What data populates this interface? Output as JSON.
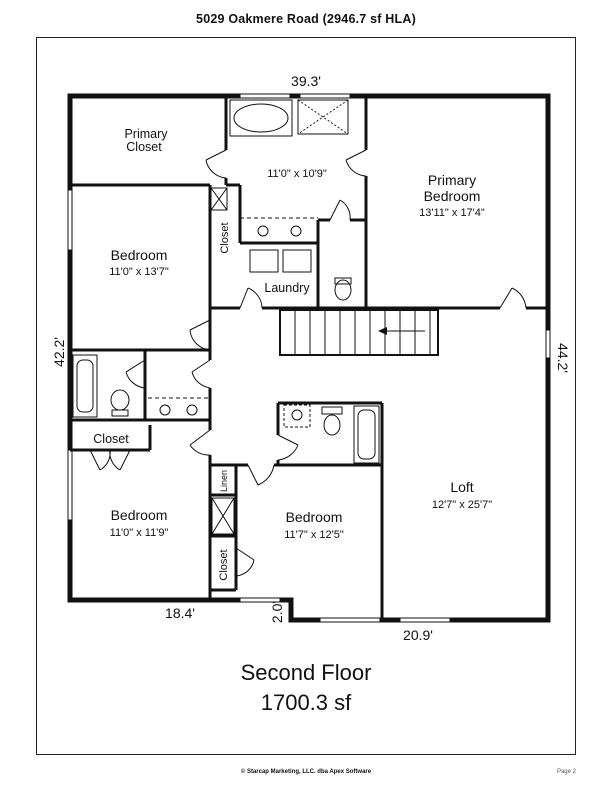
{
  "header": {
    "title": "5029 Oakmere Road (2946.7 sf HLA)"
  },
  "floor": {
    "name": "Second Floor",
    "area": "1700.3 sf"
  },
  "footer": {
    "copyright": "© Starcap Marketing, LLC. dba Apex Software",
    "page": "Page 2"
  },
  "exterior": {
    "top": "39.3'",
    "left": "42.2'",
    "right": "44.2'",
    "bottom_left": "18.4'",
    "bottom_notch": "2.0'",
    "bottom_right": "20.9'"
  },
  "rooms": {
    "primary_closet": {
      "line1": "Primary",
      "line2": "Closet"
    },
    "primary_bath": {
      "dims": "11'0\" x 10'9\""
    },
    "primary_bedroom": {
      "line1": "Primary",
      "line2": "Bedroom",
      "dims": "13'11\" x 17'4\""
    },
    "bedroom_upper": {
      "name": "Bedroom",
      "dims": "11'0\" x 13'7\""
    },
    "closet_a": {
      "name": "Closet"
    },
    "laundry": {
      "name": "Laundry"
    },
    "closet_b": {
      "name": "Closet"
    },
    "bedroom_lower": {
      "name": "Bedroom",
      "dims": "11'0\" x 11'9\""
    },
    "linen": {
      "name": "Linen"
    },
    "bedroom_mid": {
      "name": "Bedroom",
      "dims": "11'7\" x 12'5\""
    },
    "closet_c": {
      "name": "Closet"
    },
    "loft": {
      "name": "Loft",
      "dims": "12'7\" x 25'7\""
    }
  }
}
